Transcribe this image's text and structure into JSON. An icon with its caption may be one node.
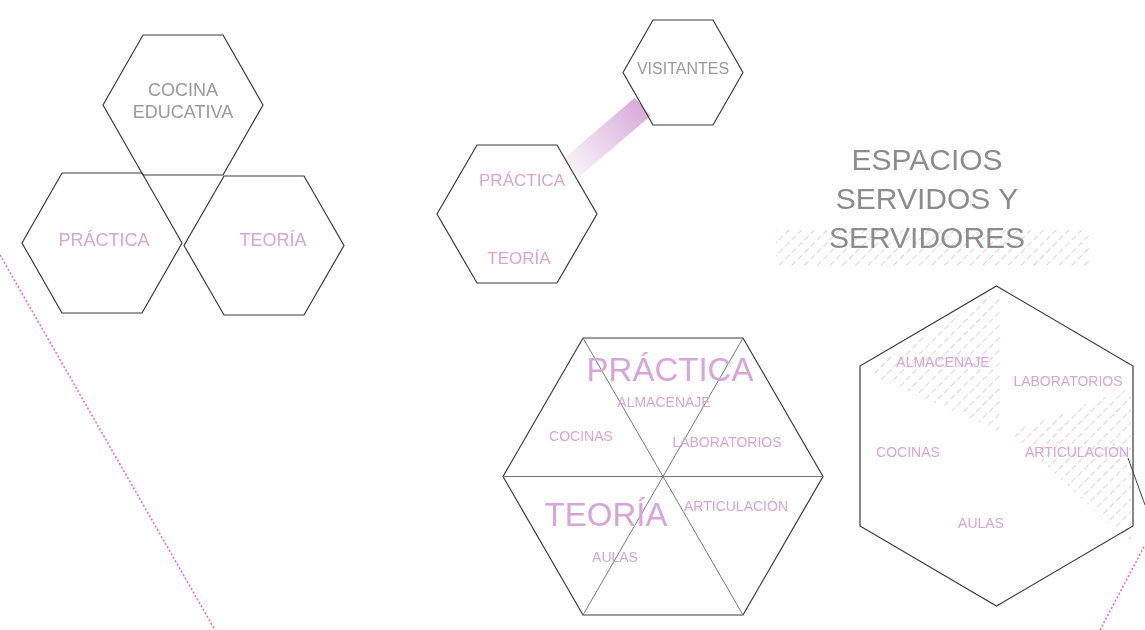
{
  "diagram": {
    "title": "ESPACIOS SERVIDOS Y SERVIDORES",
    "nodes": [
      {
        "text": [
          "COCINA EDUCATIVA"
        ]
      },
      {
        "text": [
          "PRÁCTICA"
        ]
      },
      {
        "text": [
          "TEORÍA"
        ]
      },
      {
        "text": [
          "VISITANTES"
        ]
      },
      {
        "text": [
          "PRÁCTICA",
          "TEORÍA"
        ]
      },
      {
        "text": [
          "PRÁCTICA",
          "ALMACENAJE",
          "COCINAS",
          "LABORATORIOS",
          "TEORÍA",
          "ARTICULACIÓN",
          "AULAS"
        ]
      },
      {
        "text": [
          "ALMACENAJE",
          "LABORATORIOS",
          "COCINAS",
          "ARTICULACIÓN",
          "AULAS"
        ]
      }
    ],
    "edges": [
      {
        "from": 4,
        "to": 3,
        "arrow": "none",
        "style": "thick",
        "color": "#d6a8d8"
      }
    ]
  }
}
